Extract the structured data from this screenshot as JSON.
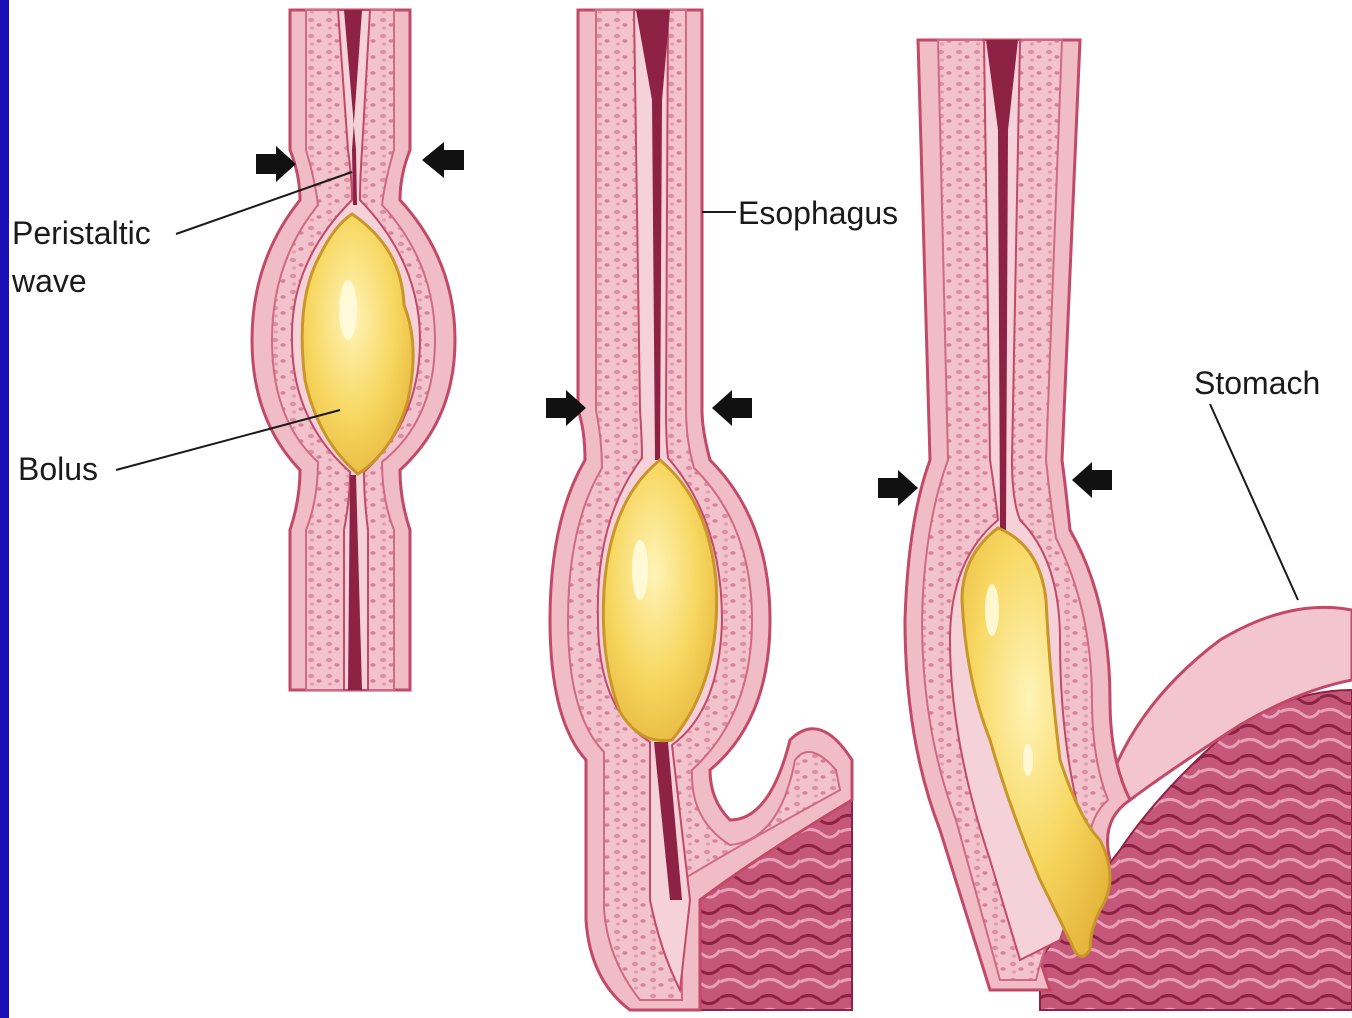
{
  "labels": {
    "peristaltic_line1": "Peristaltic",
    "peristaltic_line2": "wave",
    "bolus": "Bolus",
    "esophagus": "Esophagus",
    "stomach": "Stomach"
  },
  "colors": {
    "frame_bar": "#1a10b8",
    "tissue_outer": "#f0bcc6",
    "tissue_band": "#e9a3b3",
    "tissue_edge": "#c24a68",
    "lumen": "#8e2244",
    "bolus_fill": "#f7d760",
    "bolus_edge": "#c9962a",
    "stomach_mucosa": "#b8456a",
    "arrow": "#111111",
    "label_text": "#1a1a1a"
  }
}
